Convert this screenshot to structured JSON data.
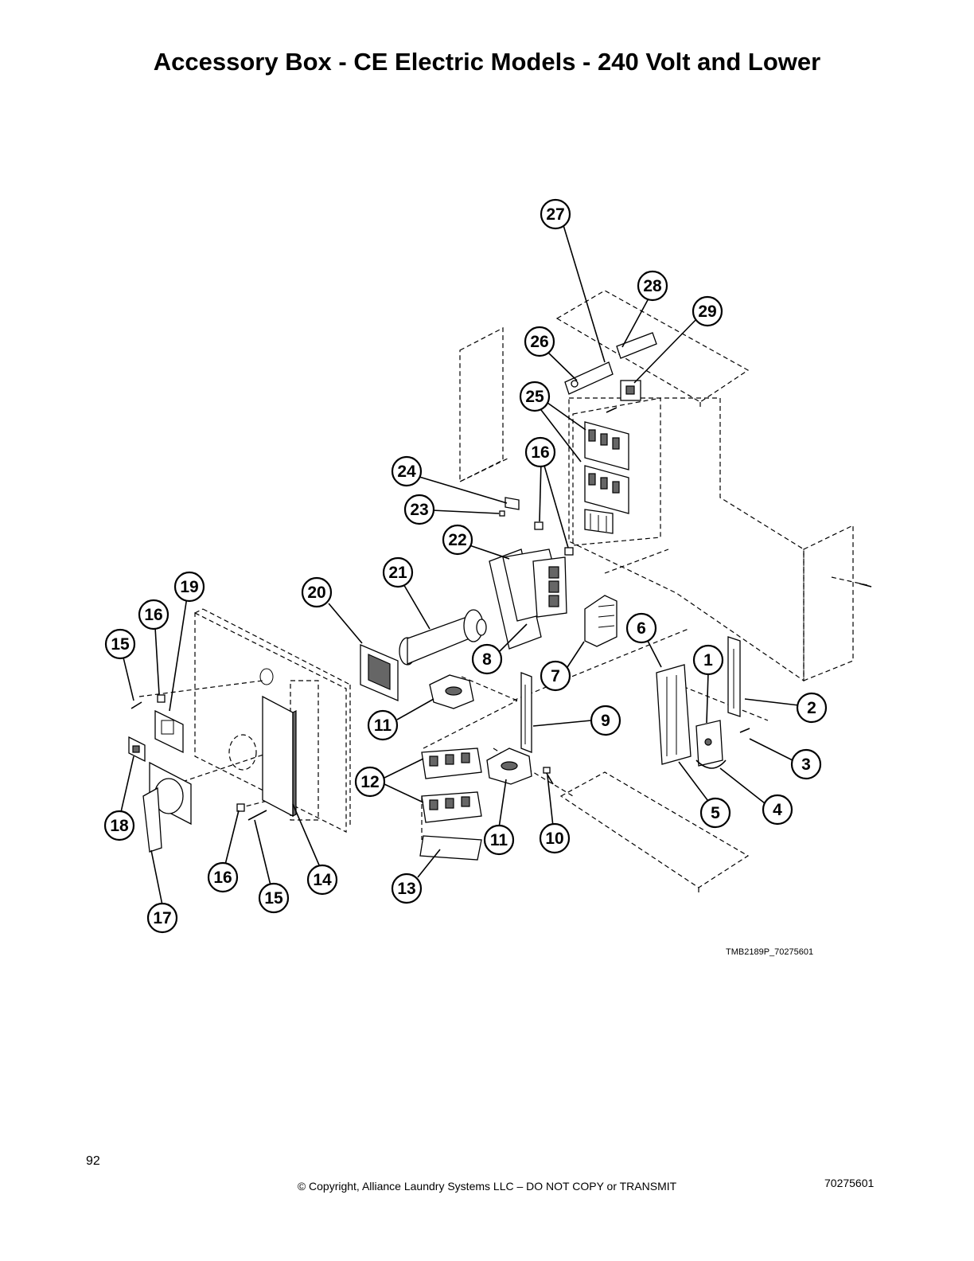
{
  "page": {
    "title": "Accessory Box - CE Electric Models - 240 Volt and Lower",
    "figure_ref": "TMB2189P_70275601",
    "page_number": "92",
    "copyright": "© Copyright, Alliance Laundry Systems LLC – DO NOT COPY or TRANSMIT",
    "doc_number": "70275601"
  },
  "callouts": [
    "27",
    "28",
    "29",
    "26",
    "25",
    "16",
    "24",
    "23",
    "22",
    "21",
    "20",
    "19",
    "16",
    "15",
    "8",
    "7",
    "6",
    "1",
    "2",
    "3",
    "4",
    "5",
    "9",
    "11",
    "12",
    "11",
    "10",
    "13",
    "18",
    "17",
    "16",
    "15",
    "14"
  ]
}
